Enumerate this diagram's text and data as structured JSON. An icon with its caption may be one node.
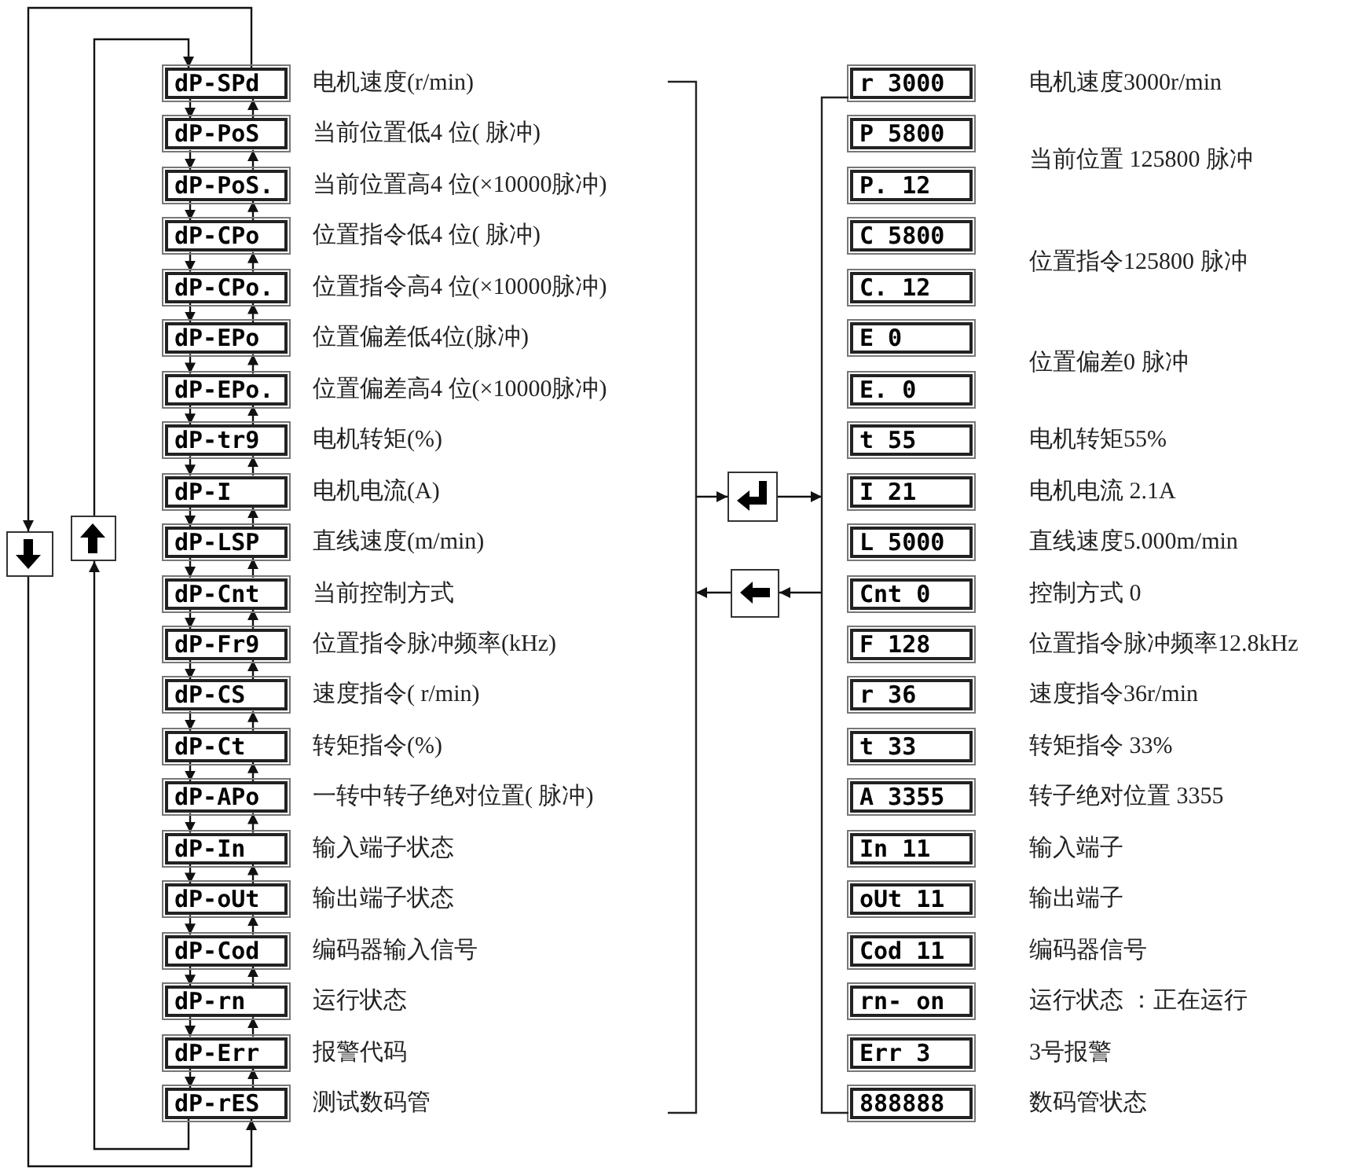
{
  "diagram": {
    "nodes": [
      {
        "text": [
          "dP-SPd"
        ],
        "beside": [
          "电机速度(r/min)"
        ]
      },
      {
        "text": [
          "dP-PoS"
        ],
        "beside": [
          "当前位置低4 位( 脉冲)"
        ]
      },
      {
        "text": [
          "dP-PoS."
        ],
        "beside": [
          "当前位置高4 位(×10000脉冲)"
        ]
      },
      {
        "text": [
          "dP-CPo"
        ],
        "beside": [
          "位置指令低4 位( 脉冲)"
        ]
      },
      {
        "text": [
          "dP-CPo."
        ],
        "beside": [
          "位置指令高4 位(×10000脉冲)"
        ]
      },
      {
        "text": [
          "dP-EPo"
        ],
        "beside": [
          "位置偏差低4位(脉冲)"
        ]
      },
      {
        "text": [
          "dP-EPo."
        ],
        "beside": [
          "位置偏差高4 位(×10000脉冲)"
        ]
      },
      {
        "text": [
          "dP-tr9"
        ],
        "beside": [
          "电机转矩(%)"
        ]
      },
      {
        "text": [
          "dP-I"
        ],
        "beside": [
          "电机电流(A)"
        ]
      },
      {
        "text": [
          "dP-LSP"
        ],
        "beside": [
          "直线速度(m/min)"
        ]
      },
      {
        "text": [
          "dP-Cnt"
        ],
        "beside": [
          "当前控制方式"
        ]
      },
      {
        "text": [
          "dP-Fr9"
        ],
        "beside": [
          "位置指令脉冲频率(kHz)"
        ]
      },
      {
        "text": [
          "dP-CS"
        ],
        "beside": [
          "速度指令( r/min)"
        ]
      },
      {
        "text": [
          "dP-Ct"
        ],
        "beside": [
          "转矩指令(%)"
        ]
      },
      {
        "text": [
          "dP-APo"
        ],
        "beside": [
          "一转中转子绝对位置( 脉冲)"
        ]
      },
      {
        "text": [
          "dP-In"
        ],
        "beside": [
          "输入端子状态"
        ]
      },
      {
        "text": [
          "dP-oUt"
        ],
        "beside": [
          "输出端子状态"
        ]
      },
      {
        "text": [
          "dP-Cod"
        ],
        "beside": [
          "编码器输入信号"
        ]
      },
      {
        "text": [
          "dP-rn"
        ],
        "beside": [
          "运行状态"
        ]
      },
      {
        "text": [
          "dP-Err"
        ],
        "beside": [
          "报警代码"
        ]
      },
      {
        "text": [
          "dP-rES"
        ],
        "beside": [
          "测试数码管"
        ]
      },
      {
        "text": [],
        "shape": "box"
      },
      {
        "text": [],
        "shape": "box"
      },
      {
        "text": [],
        "shape": "box"
      },
      {
        "text": [],
        "shape": "box"
      },
      {
        "text": [
          "r 3000"
        ],
        "beside": [
          "电机速度3000r/min"
        ]
      },
      {
        "text": [
          "P 5800"
        ],
        "beside": [
          "当前位置 125800 脉冲"
        ]
      },
      {
        "text": [
          "P. 12"
        ]
      },
      {
        "text": [
          "C 5800"
        ],
        "beside": [
          "位置指令125800 脉冲"
        ]
      },
      {
        "text": [
          "C. 12"
        ]
      },
      {
        "text": [
          "E 0"
        ],
        "beside": [
          "位置偏差0 脉冲"
        ]
      },
      {
        "text": [
          "E. 0"
        ]
      },
      {
        "text": [
          "t 55"
        ],
        "beside": [
          "电机转矩55%"
        ]
      },
      {
        "text": [
          "I 21"
        ],
        "beside": [
          "电机电流 2.1A"
        ]
      },
      {
        "text": [
          "L 5000"
        ],
        "beside": [
          "直线速度5.000m/min"
        ]
      },
      {
        "text": [
          "Cnt 0"
        ],
        "beside": [
          "控制方式 0"
        ]
      },
      {
        "text": [
          "F 128"
        ],
        "beside": [
          "位置指令脉冲频率12.8kHz"
        ]
      },
      {
        "text": [
          "r 36"
        ],
        "beside": [
          "速度指令36r/min"
        ]
      },
      {
        "text": [
          "t 33"
        ],
        "beside": [
          "转矩指令 33%"
        ]
      },
      {
        "text": [
          "A 3355"
        ],
        "beside": [
          "转子绝对位置 3355"
        ]
      },
      {
        "text": [
          "In 11"
        ],
        "beside": [
          "输入端子"
        ]
      },
      {
        "text": [
          "oUt 11"
        ],
        "beside": [
          "输出端子"
        ]
      },
      {
        "text": [
          "Cod 11"
        ],
        "beside": [
          "编码器信号"
        ]
      },
      {
        "text": [
          "rn- on"
        ],
        "beside": [
          "运行状态 ：正在运行"
        ]
      },
      {
        "text": [
          "Err 3"
        ],
        "beside": [
          "3号报警"
        ]
      },
      {
        "text": [
          "888888"
        ],
        "beside": [
          "数码管状态"
        ]
      },
      {
        "text": [],
        "shape": "bracket"
      },
      {
        "text": [],
        "shape": "bracket"
      }
    ],
    "edges": [
      {
        "from": 0,
        "to": 1,
        "arrow": "to"
      },
      {
        "from": 1,
        "to": 0,
        "arrow": "to"
      },
      {
        "from": 1,
        "to": 2,
        "arrow": "to"
      },
      {
        "from": 2,
        "to": 1,
        "arrow": "to"
      },
      {
        "from": 2,
        "to": 3,
        "arrow": "to"
      },
      {
        "from": 3,
        "to": 2,
        "arrow": "to"
      },
      {
        "from": 3,
        "to": 4,
        "arrow": "to"
      },
      {
        "from": 4,
        "to": 3,
        "arrow": "to"
      },
      {
        "from": 4,
        "to": 5,
        "arrow": "to"
      },
      {
        "from": 5,
        "to": 4,
        "arrow": "to"
      },
      {
        "from": 5,
        "to": 6,
        "arrow": "to"
      },
      {
        "from": 6,
        "to": 5,
        "arrow": "to"
      },
      {
        "from": 6,
        "to": 7,
        "arrow": "to"
      },
      {
        "from": 7,
        "to": 6,
        "arrow": "to"
      },
      {
        "from": 7,
        "to": 8,
        "arrow": "to"
      },
      {
        "from": 8,
        "to": 7,
        "arrow": "to"
      },
      {
        "from": 8,
        "to": 9,
        "arrow": "to"
      },
      {
        "from": 9,
        "to": 8,
        "arrow": "to"
      },
      {
        "from": 9,
        "to": 10,
        "arrow": "to"
      },
      {
        "from": 10,
        "to": 9,
        "arrow": "to"
      },
      {
        "from": 10,
        "to": 11,
        "arrow": "to"
      },
      {
        "from": 11,
        "to": 10,
        "arrow": "to"
      },
      {
        "from": 11,
        "to": 12,
        "arrow": "to"
      },
      {
        "from": 12,
        "to": 11,
        "arrow": "to"
      },
      {
        "from": 12,
        "to": 13,
        "arrow": "to"
      },
      {
        "from": 13,
        "to": 12,
        "arrow": "to"
      },
      {
        "from": 13,
        "to": 14,
        "arrow": "to"
      },
      {
        "from": 14,
        "to": 13,
        "arrow": "to"
      },
      {
        "from": 14,
        "to": 15,
        "arrow": "to"
      },
      {
        "from": 15,
        "to": 14,
        "arrow": "to"
      },
      {
        "from": 15,
        "to": 16,
        "arrow": "to"
      },
      {
        "from": 16,
        "to": 15,
        "arrow": "to"
      },
      {
        "from": 16,
        "to": 17,
        "arrow": "to"
      },
      {
        "from": 17,
        "to": 16,
        "arrow": "to"
      },
      {
        "from": 17,
        "to": 18,
        "arrow": "to"
      },
      {
        "from": 18,
        "to": 17,
        "arrow": "to"
      },
      {
        "from": 18,
        "to": 19,
        "arrow": "to"
      },
      {
        "from": 19,
        "to": 18,
        "arrow": "to"
      },
      {
        "from": 19,
        "to": 20,
        "arrow": "to"
      },
      {
        "from": 20,
        "to": 19,
        "arrow": "to"
      },
      {
        "from": 0,
        "to": 21,
        "arrow": "to"
      },
      {
        "from": 21,
        "to": 20,
        "arrow": "to"
      },
      {
        "from": 20,
        "to": 22,
        "arrow": "to"
      },
      {
        "from": 22,
        "to": 0,
        "arrow": "to"
      },
      {
        "from": 46,
        "to": 23,
        "arrow": "to"
      },
      {
        "from": 23,
        "to": 47,
        "arrow": "to"
      },
      {
        "from": 47,
        "to": 24,
        "arrow": "to"
      },
      {
        "from": 24,
        "to": 46,
        "arrow": "to"
      }
    ]
  }
}
